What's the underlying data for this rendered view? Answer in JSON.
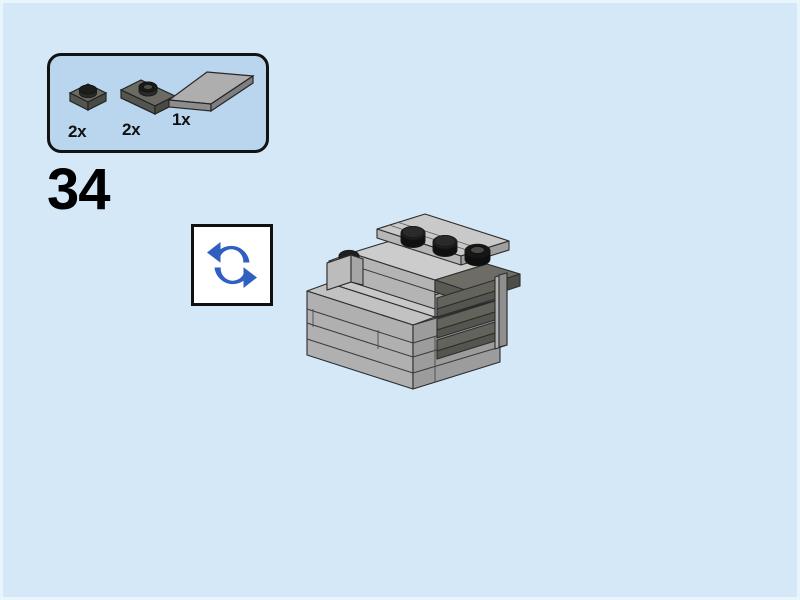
{
  "page": {
    "background_color": "#d4e8f8",
    "border_color": "#e9f5fc",
    "step_number": "34"
  },
  "parts_box": {
    "border_color": "#121212",
    "fill_color": "#b9d6ee",
    "parts": [
      {
        "name": "plate-1x1",
        "quantity_label": "2x",
        "color_name": "dark-bluish-gray",
        "color_hex": "#5a5a52",
        "stud_color": "#1c1c1c"
      },
      {
        "name": "plate-1x2",
        "quantity_label": "2x",
        "color_name": "dark-bluish-gray",
        "color_hex": "#5a5a52",
        "stud_color": "#1c1c1c"
      },
      {
        "name": "tile-1x4",
        "quantity_label": "1x",
        "color_name": "light-bluish-gray",
        "color_hex": "#9b9b9b",
        "stud_color": "none"
      }
    ]
  },
  "rotate_hint": {
    "icon": "rotate-refresh-icon",
    "icon_color": "#2f5fc0",
    "box_background": "#ffffff",
    "box_border": "#101010"
  },
  "model": {
    "name": "lego-assembly-isometric",
    "colors": {
      "light_gray_top": "#c8c8c8",
      "light_gray_left": "#a8a8a8",
      "light_gray_right": "#909090",
      "dark_gray_top": "#6f6f67",
      "dark_gray_left": "#5c5c55",
      "dark_gray_right": "#4e4e48",
      "stud_black": "#141414",
      "outline": "#2a2a2a"
    },
    "visible_studs": 4
  }
}
